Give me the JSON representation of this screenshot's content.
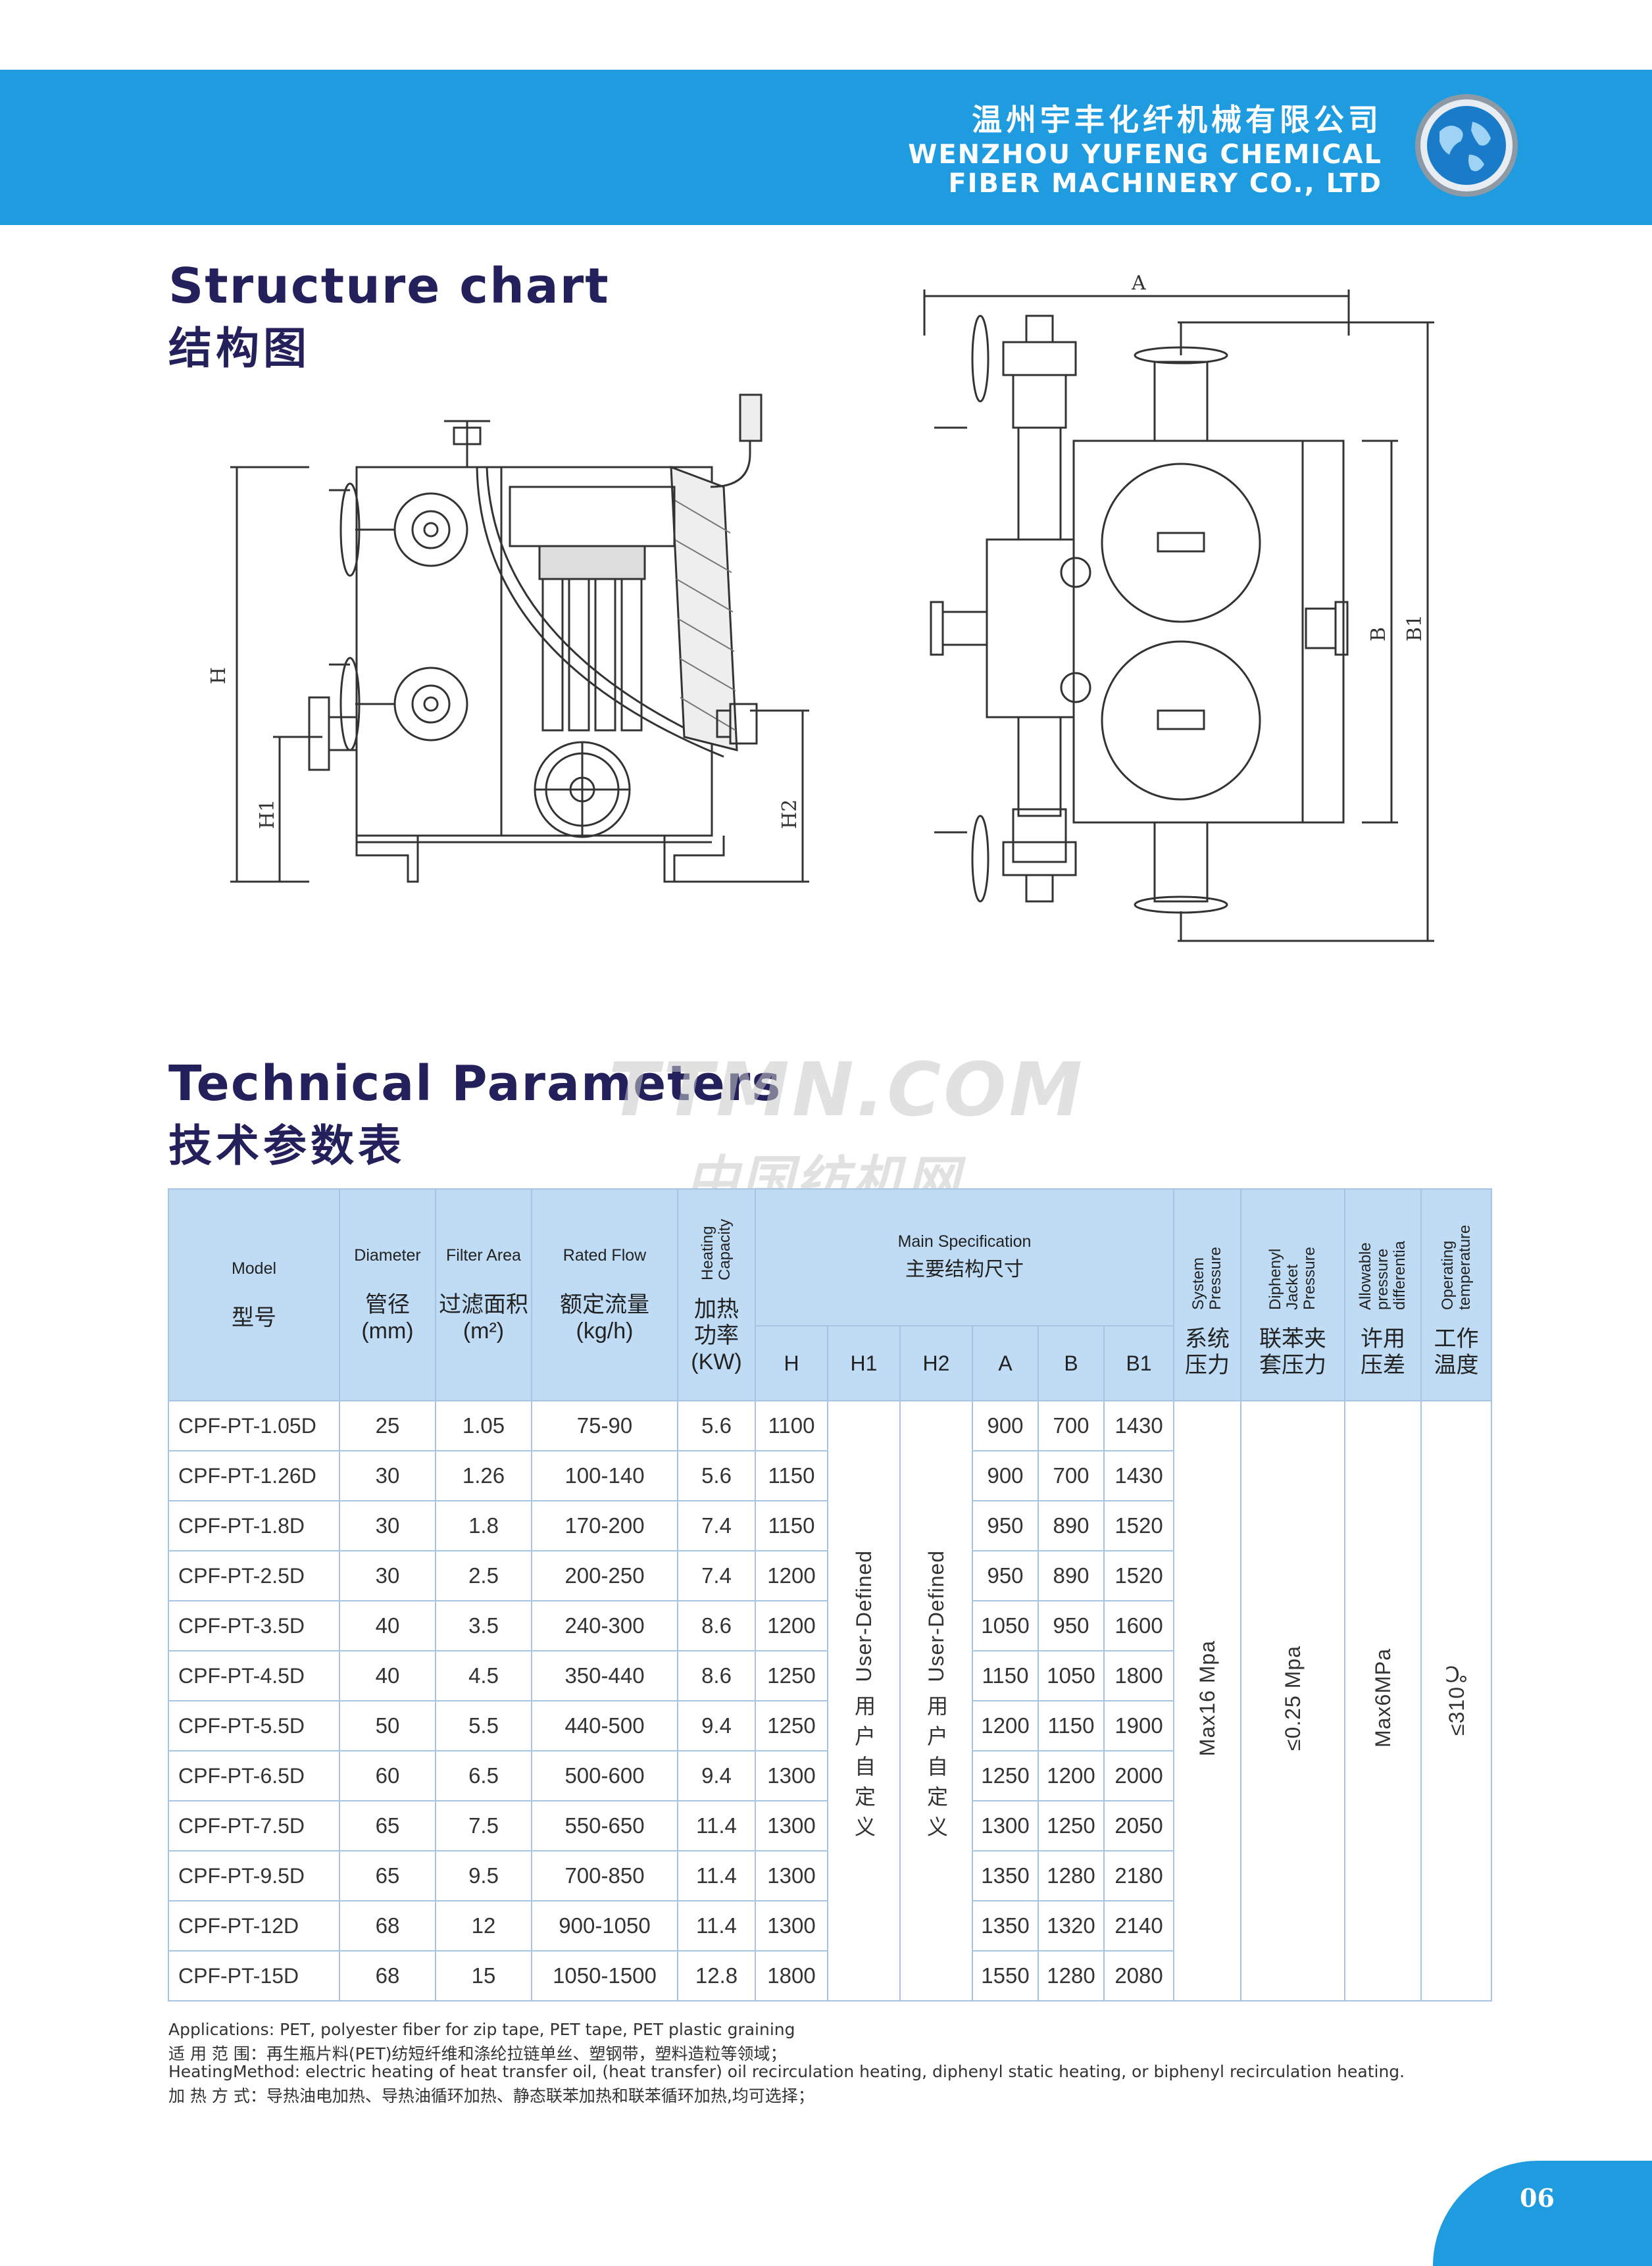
{
  "header": {
    "company_cn": "温州宇丰化纤机械有限公司",
    "company_en_line1": "WENZHOU YUFENG CHEMICAL",
    "company_en_line2": "FIBER MACHINERY CO., LTD",
    "brand_color": "#1f9be0"
  },
  "structure": {
    "title_en": "Structure chart",
    "title_cn": "结构图",
    "labels": {
      "A": "A",
      "B": "B",
      "B1": "B1",
      "H": "H",
      "H1": "H1",
      "H2": "H2"
    }
  },
  "params": {
    "title_en": "Technical Parameters",
    "title_cn": "技术参数表",
    "header": {
      "model_en": "Model",
      "model_cn": "型号",
      "diameter_en": "Diameter",
      "diameter_cn": "管径",
      "diameter_unit": "(mm)",
      "filter_en": "Filter Area",
      "filter_cn": "过滤面积",
      "filter_unit": "(m²)",
      "flow_en": "Rated Flow",
      "flow_cn": "额定流量",
      "flow_unit": "(kg/h)",
      "heat_en": "Heating Capacity",
      "heat_cn1": "加热",
      "heat_cn2": "功率",
      "heat_unit": "(KW)",
      "main_en": "Main Specification",
      "main_cn": "主要结构尺寸",
      "dims": [
        "H",
        "H1",
        "H2",
        "A",
        "B",
        "B1"
      ],
      "sys_en": "System Pressure",
      "sys_cn1": "系统",
      "sys_cn2": "压力",
      "jacket_en": "Diphenyl Jacket Pressure",
      "jacket_cn1": "联苯夹",
      "jacket_cn2": "套压力",
      "allow_en": "Allowable pressure differentia",
      "allow_cn1": "许用",
      "allow_cn2": "压差",
      "temp_en": "Operating temperature",
      "temp_cn1": "工作",
      "temp_cn2": "温度"
    },
    "rows": [
      {
        "model": "CPF-PT-1.05D",
        "dia": "25",
        "area": "1.05",
        "flow": "75-90",
        "kw": "5.6",
        "H": "1100",
        "A": "900",
        "B": "700",
        "B1": "1430"
      },
      {
        "model": "CPF-PT-1.26D",
        "dia": "30",
        "area": "1.26",
        "flow": "100-140",
        "kw": "5.6",
        "H": "1150",
        "A": "900",
        "B": "700",
        "B1": "1430"
      },
      {
        "model": "CPF-PT-1.8D",
        "dia": "30",
        "area": "1.8",
        "flow": "170-200",
        "kw": "7.4",
        "H": "1150",
        "A": "950",
        "B": "890",
        "B1": "1520"
      },
      {
        "model": "CPF-PT-2.5D",
        "dia": "30",
        "area": "2.5",
        "flow": "200-250",
        "kw": "7.4",
        "H": "1200",
        "A": "950",
        "B": "890",
        "B1": "1520"
      },
      {
        "model": "CPF-PT-3.5D",
        "dia": "40",
        "area": "3.5",
        "flow": "240-300",
        "kw": "8.6",
        "H": "1200",
        "A": "1050",
        "B": "950",
        "B1": "1600"
      },
      {
        "model": "CPF-PT-4.5D",
        "dia": "40",
        "area": "4.5",
        "flow": "350-440",
        "kw": "8.6",
        "H": "1250",
        "A": "1150",
        "B": "1050",
        "B1": "1800"
      },
      {
        "model": "CPF-PT-5.5D",
        "dia": "50",
        "area": "5.5",
        "flow": "440-500",
        "kw": "9.4",
        "H": "1250",
        "A": "1200",
        "B": "1150",
        "B1": "1900"
      },
      {
        "model": "CPF-PT-6.5D",
        "dia": "60",
        "area": "6.5",
        "flow": "500-600",
        "kw": "9.4",
        "H": "1300",
        "A": "1250",
        "B": "1200",
        "B1": "2000"
      },
      {
        "model": "CPF-PT-7.5D",
        "dia": "65",
        "area": "7.5",
        "flow": "550-650",
        "kw": "11.4",
        "H": "1300",
        "A": "1300",
        "B": "1250",
        "B1": "2050"
      },
      {
        "model": "CPF-PT-9.5D",
        "dia": "65",
        "area": "9.5",
        "flow": "700-850",
        "kw": "11.4",
        "H": "1300",
        "A": "1350",
        "B": "1280",
        "B1": "2180"
      },
      {
        "model": "CPF-PT-12D",
        "dia": "68",
        "area": "12",
        "flow": "900-1050",
        "kw": "11.4",
        "H": "1300",
        "A": "1350",
        "B": "1320",
        "B1": "2140"
      },
      {
        "model": "CPF-PT-15D",
        "dia": "68",
        "area": "15",
        "flow": "1050-1500",
        "kw": "12.8",
        "H": "1800",
        "A": "1550",
        "B": "1280",
        "B1": "2080"
      }
    ],
    "merged": {
      "user_defined_en": "User-Defined",
      "user_defined_cn": "用户自定义",
      "system_pressure": "Max16 Mpa",
      "jacket_pressure": "≤0.25 Mpa",
      "allowable": "Max6MPa",
      "temperature": "≤310℃"
    }
  },
  "footer": {
    "app_en": "Applications: PET, polyester fiber for zip tape, PET tape, PET plastic graining",
    "app_cn": "适 用 范 围：再生瓶片料(PET)纺短纤维和涤纶拉链单丝、塑钢带，塑料造粒等领域；",
    "heat_en": "HeatingMethod:  electric heating of heat transfer oil, (heat transfer) oil recirculation heating,   diphenyl static heating, or biphenyl recirculation heating.",
    "heat_cn": "加 热 方 式：导热油电加热、导热油循环加热、静态联苯加热和联苯循环加热,均可选择；"
  },
  "watermark": {
    "line1": "TTMN.COM",
    "line2": "中国纺机网"
  },
  "page_number": "06"
}
